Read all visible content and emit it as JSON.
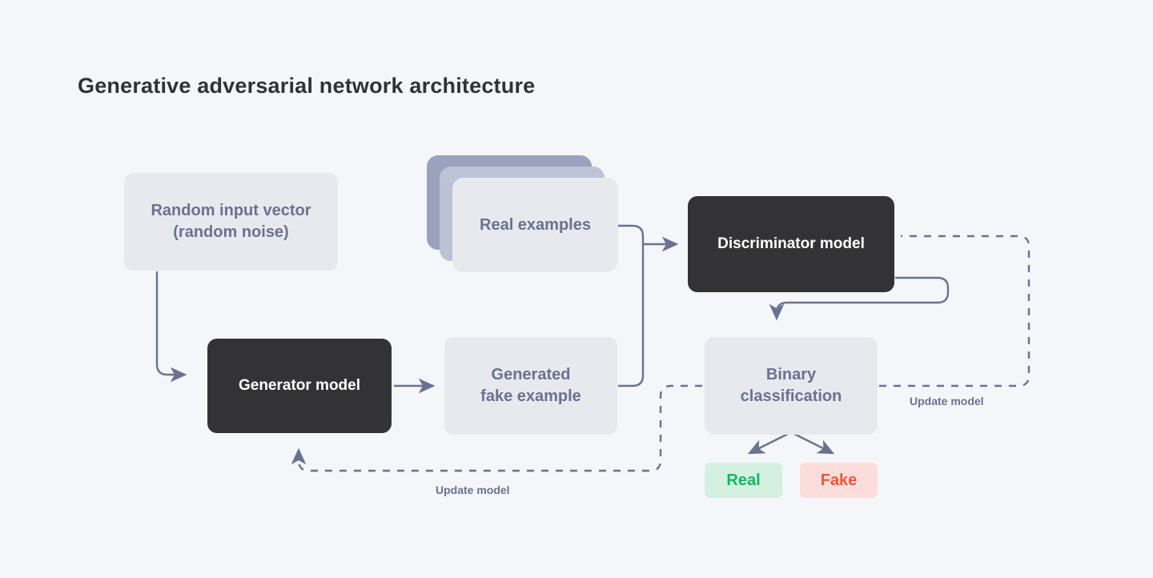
{
  "page": {
    "title": "Generative adversarial network architecture",
    "background_color": "#f4f6fa"
  },
  "colors": {
    "light_node_bg": "#e7e9ee",
    "light_node_text": "#6b7190",
    "dark_node_bg": "#333335",
    "dark_node_text": "#ffffff",
    "wire": "#6b7190",
    "stack_back": "#9aa2bd",
    "stack_mid": "#bcc3d6",
    "badge_real_bg": "#d4f0e0",
    "badge_real_text": "#18b563",
    "badge_fake_bg": "#fbdedb",
    "badge_fake_text": "#f4543c"
  },
  "nodes": {
    "random_input": {
      "label": "Random input vector\n(random noise)",
      "style": "light"
    },
    "real_examples": {
      "label": "Real\nexamples",
      "style": "light-stack",
      "card_count": 3
    },
    "discriminator": {
      "label": "Discriminator model",
      "style": "dark"
    },
    "generator": {
      "label": "Generator model",
      "style": "dark"
    },
    "generated_fake": {
      "label": "Generated\nfake example",
      "style": "light"
    },
    "binary_classification": {
      "label": "Binary\nclassification",
      "style": "light"
    }
  },
  "outcomes": {
    "real": {
      "label": "Real"
    },
    "fake": {
      "label": "Fake"
    }
  },
  "edge_labels": {
    "update_generator": "Update model",
    "update_discriminator": "Update model"
  },
  "chart_data": {
    "type": "diagram",
    "title": "Generative adversarial network architecture",
    "nodes": [
      "Random input vector (random noise)",
      "Generator model",
      "Generated fake example",
      "Real examples",
      "Discriminator model",
      "Binary classification",
      "Real",
      "Fake"
    ],
    "edges": [
      {
        "from": "Random input vector (random noise)",
        "to": "Generator model",
        "style": "solid"
      },
      {
        "from": "Generator model",
        "to": "Generated fake example",
        "style": "solid"
      },
      {
        "from": "Generated fake example",
        "to": "Discriminator model",
        "style": "solid"
      },
      {
        "from": "Real examples",
        "to": "Discriminator model",
        "style": "solid"
      },
      {
        "from": "Discriminator model",
        "to": "Binary classification",
        "style": "solid"
      },
      {
        "from": "Binary classification",
        "to": "Real",
        "style": "solid"
      },
      {
        "from": "Binary classification",
        "to": "Fake",
        "style": "solid"
      },
      {
        "from": "Binary classification",
        "to": "Generator model",
        "style": "dashed",
        "label": "Update model"
      },
      {
        "from": "Binary classification",
        "to": "Discriminator model",
        "style": "dashed",
        "label": "Update model"
      }
    ]
  }
}
